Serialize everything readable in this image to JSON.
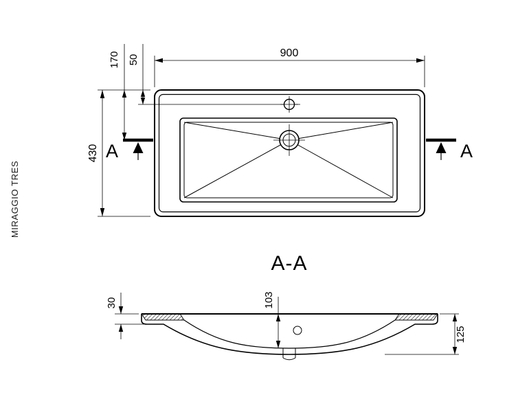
{
  "product": {
    "name": "MIRAGGIO TRES"
  },
  "top_view": {
    "dims": {
      "width": "900",
      "depth": "430",
      "drain_axis_from_back": "170",
      "faucet_from_back": "50"
    },
    "section_marker": {
      "left": "A",
      "right": "A"
    }
  },
  "section_view": {
    "title": "A-A",
    "dims": {
      "rim_height": "30",
      "basin_depth": "103",
      "overall_depth": "125"
    }
  },
  "colors": {
    "line": "#000000",
    "background": "#ffffff"
  }
}
